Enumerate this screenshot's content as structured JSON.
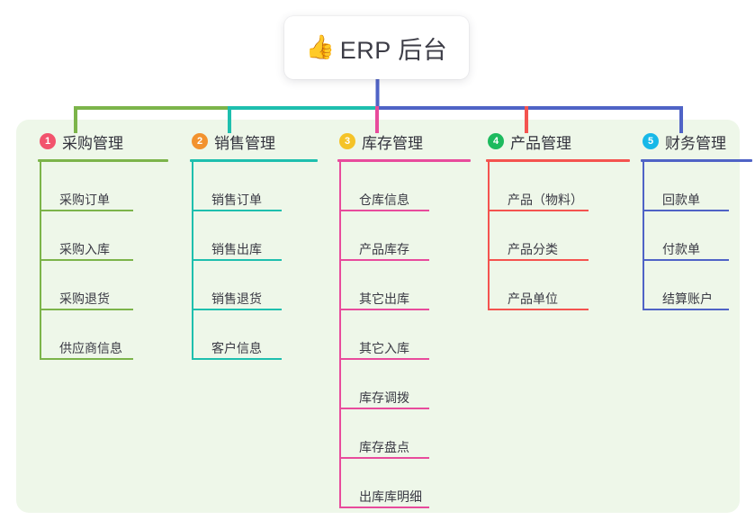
{
  "diagram": {
    "type": "mind-map",
    "root": {
      "icon": "thumbs-up-icon",
      "emoji": "👍",
      "title": "ERP 后台"
    },
    "panel_color": "#eef7e9",
    "branches": [
      {
        "index": "1",
        "title": "采购管理",
        "badge_color": "#f2536d",
        "line_color": "#7cb44a",
        "leaves": [
          "采购订单",
          "采购入库",
          "采购退货",
          "供应商信息"
        ]
      },
      {
        "index": "2",
        "title": "销售管理",
        "badge_color": "#f2922e",
        "line_color": "#1ebfae",
        "leaves": [
          "销售订单",
          "销售出库",
          "销售退货",
          "客户信息"
        ]
      },
      {
        "index": "3",
        "title": "库存管理",
        "badge_color": "#f5c327",
        "line_color": "#e84b9c",
        "leaves": [
          "仓库信息",
          "产品库存",
          "其它出库",
          "其它入库",
          "库存调拨",
          "库存盘点",
          "出库库明细"
        ]
      },
      {
        "index": "4",
        "title": "产品管理",
        "badge_color": "#1dba5e",
        "line_color": "#f4534f",
        "leaves": [
          "产品（物料）",
          "产品分类",
          "产品单位"
        ]
      },
      {
        "index": "5",
        "title": "财务管理",
        "badge_color": "#17b8e8",
        "line_color": "#4f63c6",
        "leaves": [
          "回款单",
          "付款单",
          "结算账户"
        ]
      }
    ],
    "bus": {
      "segment_colors": [
        "#7cb44a",
        "#1ebfae",
        "#4f63c6"
      ],
      "root_drop_color": "#4f63c6"
    }
  }
}
